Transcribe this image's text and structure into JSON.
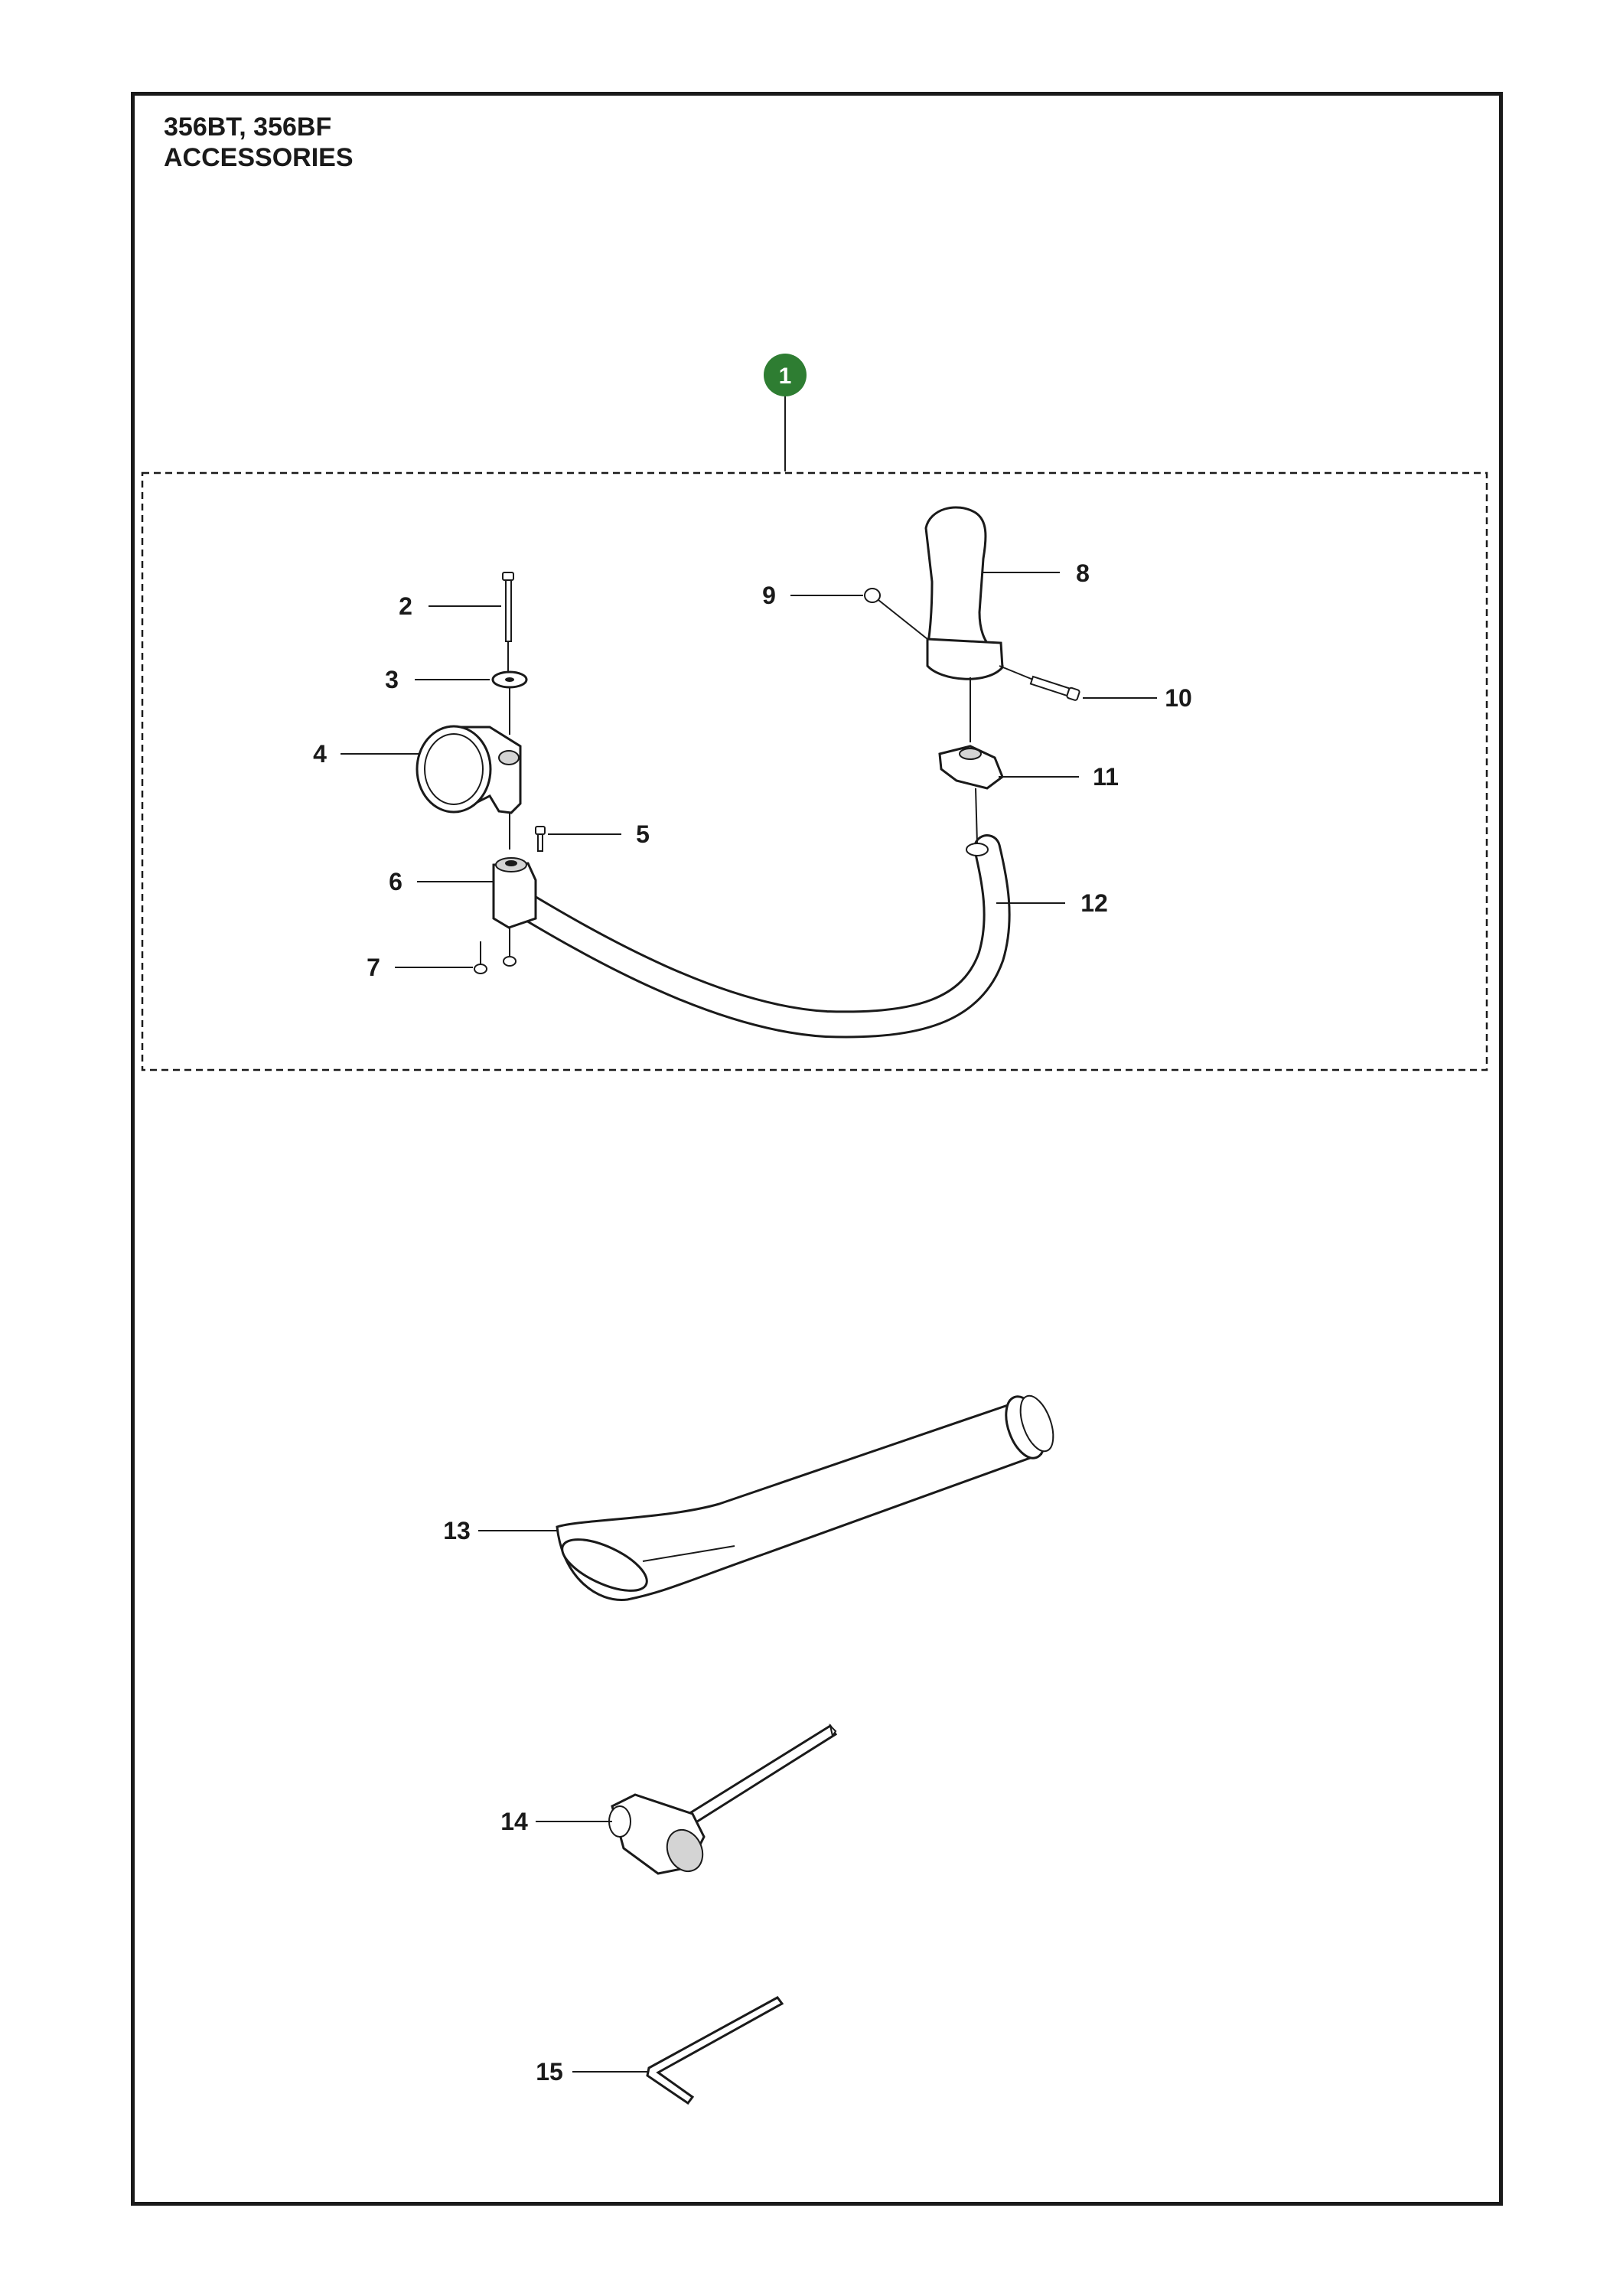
{
  "header": {
    "models": "356BT, 356BF",
    "section": "ACCESSORIES"
  },
  "kit_badge": {
    "label": "1",
    "color": "#2e7d32"
  },
  "callouts": [
    "2",
    "3",
    "4",
    "5",
    "6",
    "7",
    "8",
    "9",
    "10",
    "11",
    "12",
    "13",
    "14",
    "15"
  ]
}
